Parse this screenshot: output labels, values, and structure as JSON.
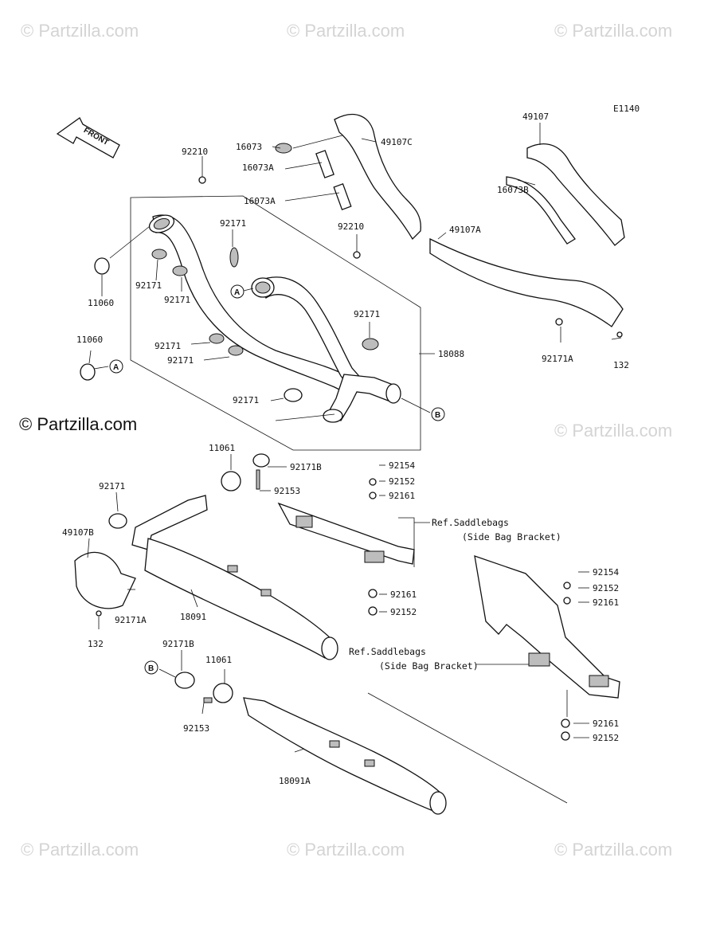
{
  "diagram_code": "E1140",
  "front_label": "FRONT",
  "watermarks": {
    "text": "© Partzilla.com",
    "prominent": "© Partzilla.com"
  },
  "refs": {
    "saddlebag_upper_1": "Ref.Saddlebags",
    "saddlebag_upper_2": "(Side Bag Bracket)",
    "saddlebag_lower_1": "Ref.Saddlebags",
    "saddlebag_lower_2": "(Side Bag Bracket)"
  },
  "tags": {
    "a": "A",
    "b": "B"
  },
  "parts": {
    "p92210_top": "92210",
    "p16073": "16073",
    "p49107c": "49107C",
    "p16073a_1": "16073A",
    "p16073a_2": "16073A",
    "p49107": "49107",
    "p16073b": "16073B",
    "p92210_mid": "92210",
    "p49107a": "49107A",
    "p11060_top": "11060",
    "p92171_a": "92171",
    "p92171_b": "92171",
    "p92171_c": "92171",
    "p92171_d": "92171",
    "p92171_e": "92171",
    "p92171_f": "92171",
    "p92171_g": "92171",
    "p11060_mid": "11060",
    "p18088": "18088",
    "p92171a_top": "92171A",
    "p132_top": "132",
    "p92171_h": "92171",
    "p11061_top": "11061",
    "p92171b_top": "92171B",
    "p92153_top": "92153",
    "p92154_a": "92154",
    "p92152_a": "92152",
    "p92161_a": "92161",
    "p49107b": "49107B",
    "p18091": "18091",
    "p92171a_mid": "92171A",
    "p132_mid": "132",
    "p92161_b": "92161",
    "p92152_b": "92152",
    "p92154_b": "92154",
    "p92152_c": "92152",
    "p92161_c": "92161",
    "p92171b_low": "92171B",
    "p11061_low": "11061",
    "p92153_low": "92153",
    "p18091a": "18091A",
    "p92161_d": "92161",
    "p92152_d": "92152"
  }
}
